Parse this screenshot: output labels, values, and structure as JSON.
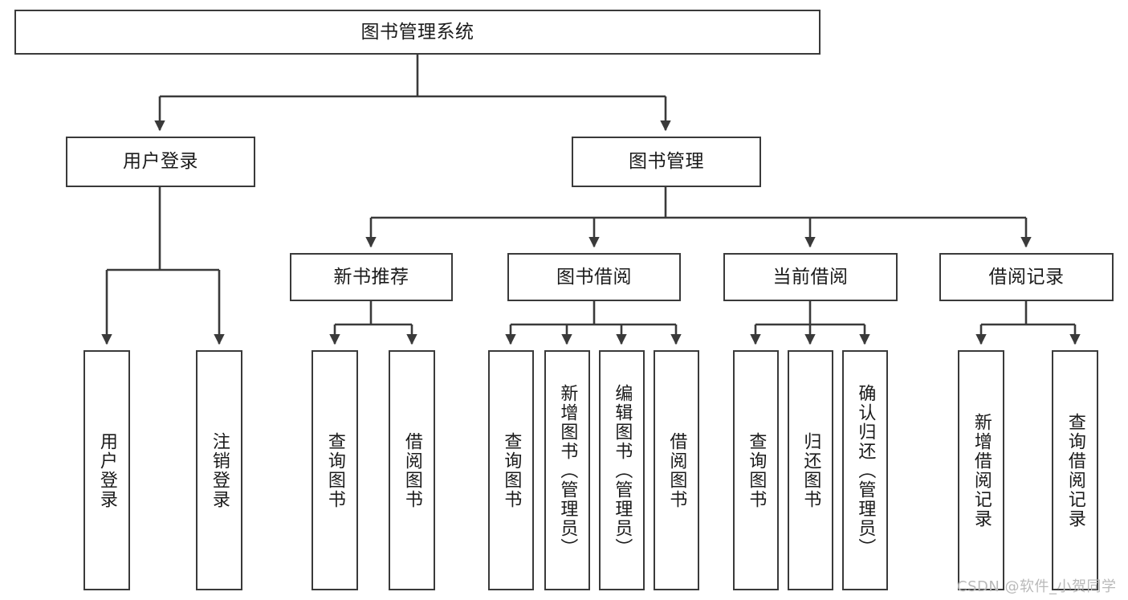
{
  "diagram": {
    "title": "图书管理系统",
    "type": "tree-hierarchy-diagram",
    "colors": {
      "box_border": "#3a3a3a",
      "box_fill": "#ffffff",
      "connector": "#3a3a3a",
      "text": "#1b1b1b",
      "watermark": "#b9b9b9",
      "background": "#ffffff"
    },
    "watermark": "CSDN @软件_小贺同学",
    "nodes": {
      "root": {
        "label": "图书管理系统"
      },
      "level2": [
        {
          "label": "用户登录"
        },
        {
          "label": "图书管理"
        }
      ],
      "level3": [
        {
          "label": "新书推荐"
        },
        {
          "label": "图书借阅"
        },
        {
          "label": "当前借阅"
        },
        {
          "label": "借阅记录"
        }
      ],
      "leaves": {
        "user_login": [
          {
            "label": "用户登录"
          },
          {
            "label": "注销登录"
          }
        ],
        "new_book_recommend": [
          {
            "label": "查询图书"
          },
          {
            "label": "借阅图书"
          }
        ],
        "book_borrow": [
          {
            "label": "查询图书"
          },
          {
            "label": "新增图书（管理员）"
          },
          {
            "label": "编辑图书（管理员）"
          },
          {
            "label": "借阅图书"
          }
        ],
        "current_borrow": [
          {
            "label": "查询图书"
          },
          {
            "label": "归还图书"
          },
          {
            "label": "确认归还（管理员）"
          }
        ],
        "borrow_record": [
          {
            "label": "新增借阅记录"
          },
          {
            "label": "查询借阅记录"
          }
        ]
      }
    }
  }
}
